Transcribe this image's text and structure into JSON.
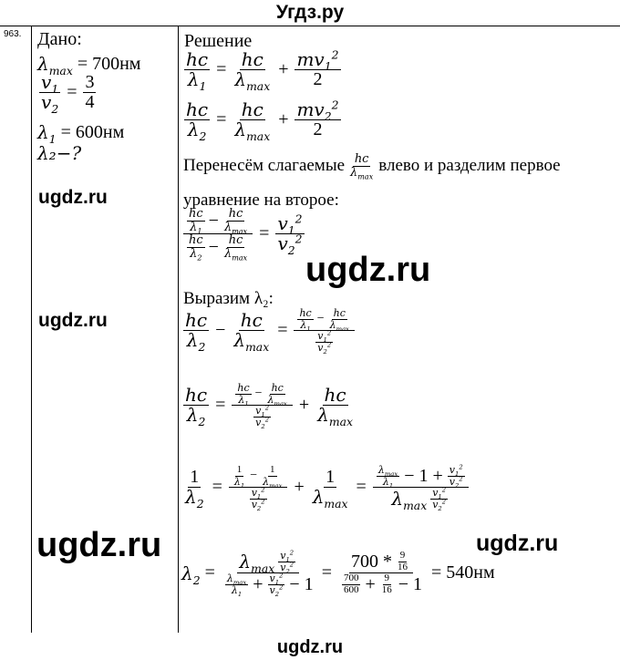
{
  "header": {
    "site": "Угдз.ру"
  },
  "footer": {
    "site": "ugdz.ru"
  },
  "problem_number": "963.",
  "given": {
    "title": "Дано:",
    "lambda_max": "700нм",
    "ratio": "3",
    "ratio_den": "4",
    "lambda1": "600нм",
    "find": "λ₂−?"
  },
  "watermarks": {
    "w1": "ugdz.ru",
    "w2": "ugdz.ru",
    "w3": "ugdz.ru",
    "w4": "ugdz.ru",
    "w5": "ugdz.ru"
  },
  "solution": {
    "title": "Решение",
    "text1a": "Перенесём слагаемые",
    "text1b": "влево и разделим первое",
    "text2": "уравнение на второе:",
    "text3": "Выразим λ₂:",
    "numeric_a": "700 *",
    "numeric_nine": "9",
    "numeric_sixteen": "16",
    "numeric_700": "700",
    "numeric_600": "600",
    "answer": "= 540нм"
  }
}
